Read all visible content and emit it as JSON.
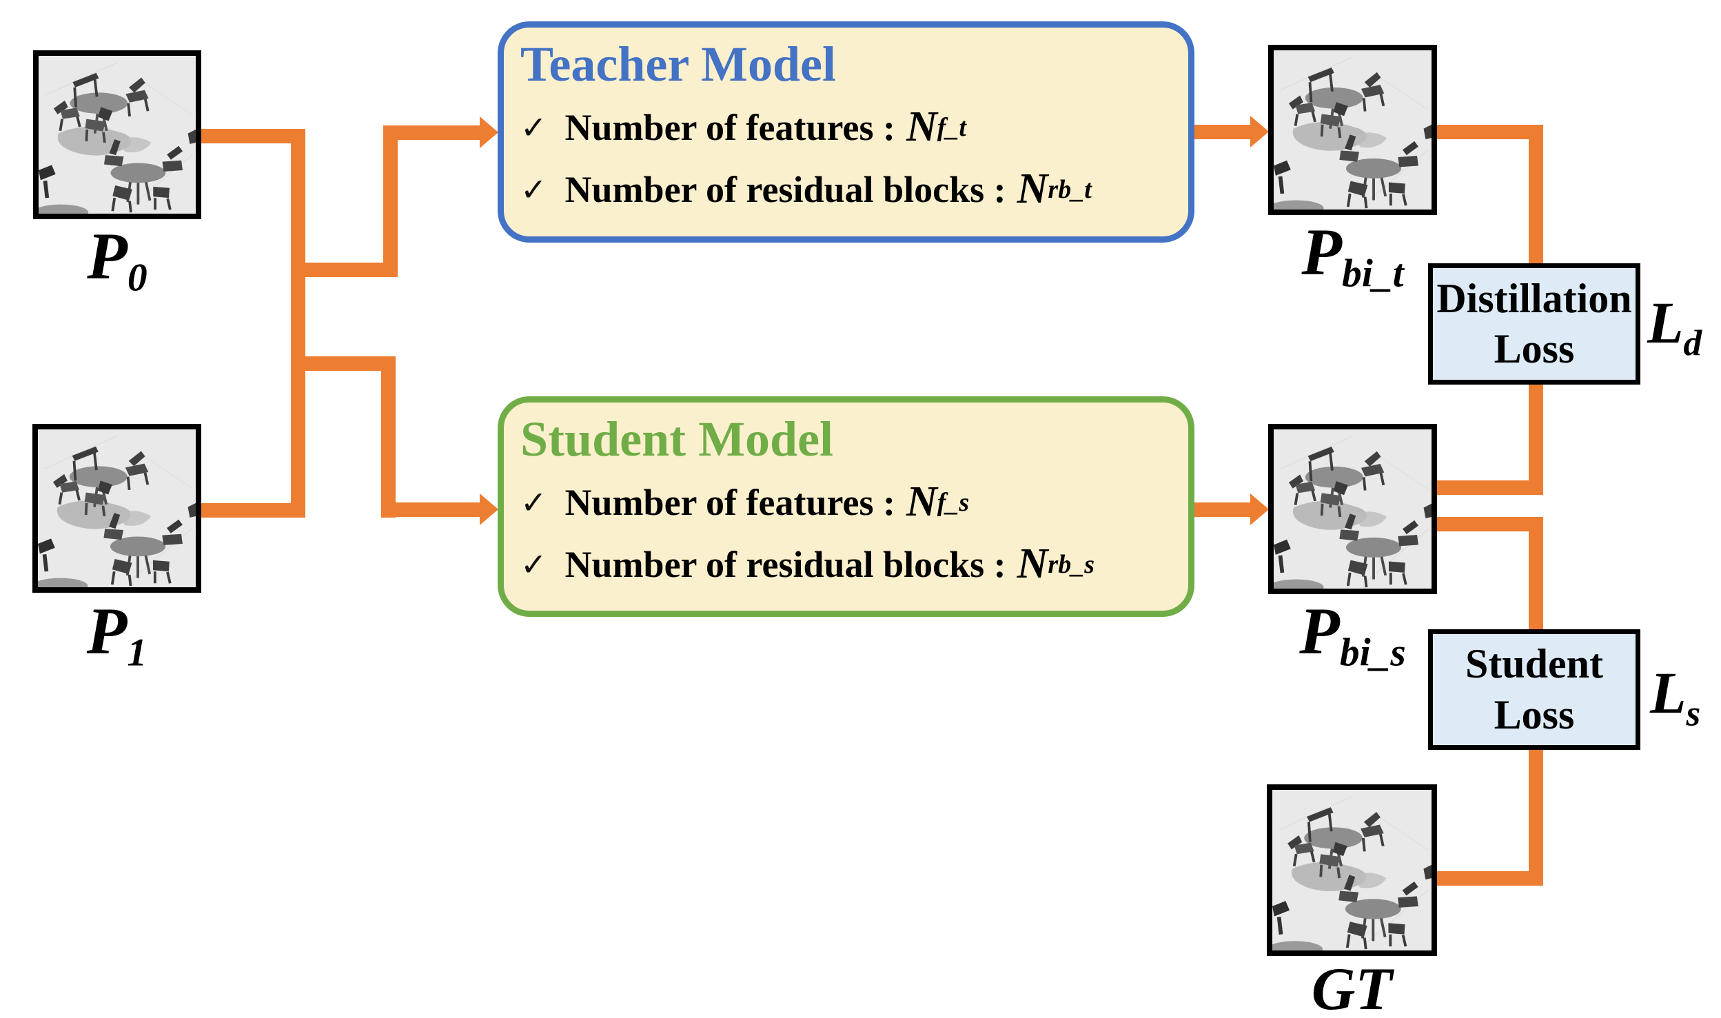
{
  "figure": {
    "type": "teacher-student-distillation-diagram"
  },
  "colors": {
    "arrow_orange": "#ED7D31",
    "teacher_blue": "#4472C4",
    "student_green": "#70AD47",
    "model_box_fill": "#FBF0CD",
    "loss_box_fill": "#DEEBF7",
    "image_border": "#000000"
  },
  "nodes": {
    "p0": {
      "base": "P",
      "sub": "0"
    },
    "p1": {
      "base": "P",
      "sub": "1"
    },
    "pbi_t": {
      "base": "P",
      "sub": "bi_t"
    },
    "pbi_s": {
      "base": "P",
      "sub": "bi_s"
    },
    "gt": {
      "label": "GT"
    }
  },
  "teacher": {
    "title": "Teacher Model",
    "items": [
      {
        "check": "✓",
        "label": "Number of features :",
        "var": "N",
        "sub": "f_t"
      },
      {
        "check": "✓",
        "label": "Number of residual blocks :",
        "var": "N",
        "sub": "rb_t"
      }
    ]
  },
  "student": {
    "title": "Student Model",
    "items": [
      {
        "check": "✓",
        "label": "Number of features :",
        "var": "N",
        "sub": "f_s"
      },
      {
        "check": "✓",
        "label": "Number of residual blocks :",
        "var": "N",
        "sub": "rb_s"
      }
    ]
  },
  "losses": {
    "distillation": {
      "line1": "Distillation",
      "line2": "Loss",
      "symbol": "L",
      "sub": "d"
    },
    "student": {
      "line1": "Student",
      "line2": "Loss",
      "symbol": "L",
      "sub": "s"
    }
  }
}
